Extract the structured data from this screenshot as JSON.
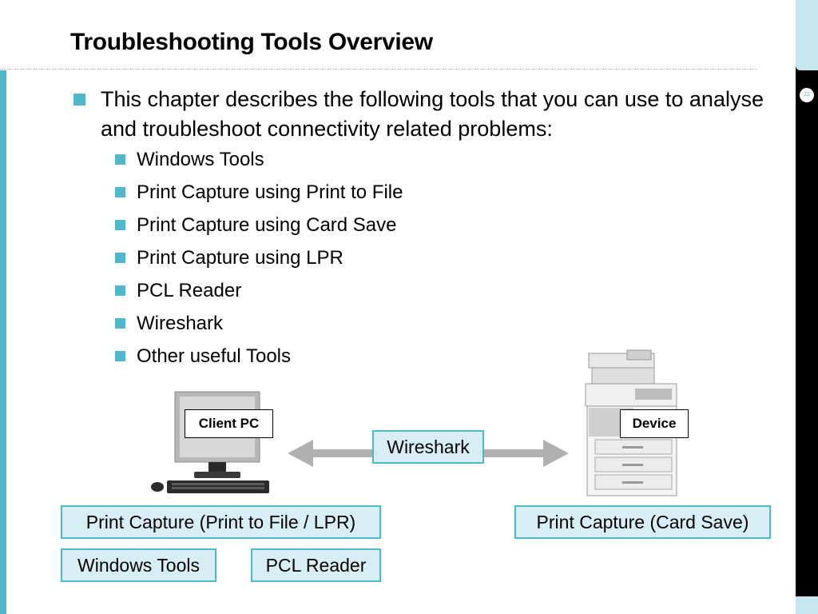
{
  "slide": {
    "title": "Troubleshooting Tools Overview",
    "page_number": "22"
  },
  "content": {
    "intro": "This chapter describes the following tools that you can use to analyse and troubleshoot connectivity related problems:",
    "tools": [
      "Windows Tools",
      "Print Capture using Print to File",
      "Print Capture using Card Save",
      "Print Capture using LPR",
      "PCL Reader",
      "Wireshark",
      "Other useful Tools"
    ]
  },
  "diagram": {
    "client_label": "Client PC",
    "device_label": "Device",
    "link_label": "Wireshark",
    "client_boxes": [
      "Print Capture (Print to File / LPR)",
      "Windows Tools",
      "PCL Reader"
    ],
    "device_boxes": [
      "Print Capture (Card Save)"
    ]
  },
  "colors": {
    "accent": "#4fb8c9",
    "box_fill": "#d7eff4",
    "arrow": "#b0b0b0"
  }
}
